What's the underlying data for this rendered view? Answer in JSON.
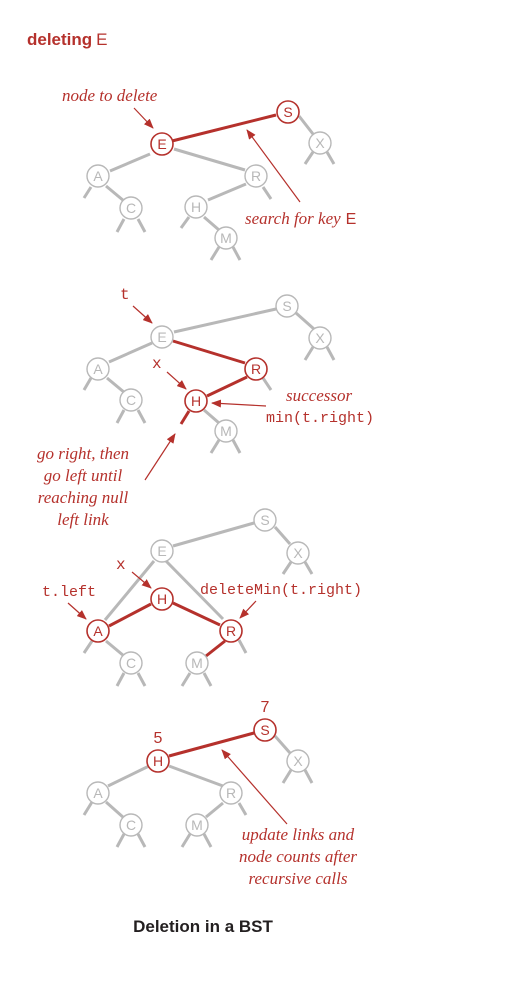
{
  "header": {
    "bold": "deleting",
    "key": "E"
  },
  "caption": "Deletion in a BST",
  "colors": {
    "accent": "#b5312c",
    "gray": "#b8b8b8",
    "text": "#231f20"
  },
  "panel1": {
    "nodes": {
      "E": "E",
      "S": "S",
      "X": "X",
      "A": "A",
      "C": "C",
      "R": "R",
      "H": "H",
      "M": "M"
    },
    "annotations": {
      "node_to_delete": "node to delete",
      "search_prefix": "search for key",
      "search_key": "E"
    }
  },
  "panel2": {
    "nodes": {
      "E": "E",
      "S": "S",
      "X": "X",
      "A": "A",
      "C": "C",
      "R": "R",
      "H": "H",
      "M": "M"
    },
    "annotations": {
      "t": "t",
      "x": "x",
      "successor": "successor",
      "min_t_right": "min(t.right)",
      "go_right_1": "go right, then",
      "go_right_2": "go left until",
      "go_right_3": "reaching null",
      "go_right_4": "left link"
    }
  },
  "panel3": {
    "nodes": {
      "E": "E",
      "S": "S",
      "X": "X",
      "H": "H",
      "A": "A",
      "R": "R",
      "C": "C",
      "M": "M"
    },
    "annotations": {
      "x": "x",
      "t_left": "t.left",
      "delete_min": "deleteMin(t.right)"
    }
  },
  "panel4": {
    "nodes": {
      "S": "S",
      "X": "X",
      "H": "H",
      "A": "A",
      "C": "C",
      "R": "R",
      "M": "M"
    },
    "counts": {
      "S": "7",
      "H": "5"
    },
    "annotations": {
      "update_1": "update links and",
      "update_2": "node counts after",
      "update_3": "recursive calls"
    }
  }
}
